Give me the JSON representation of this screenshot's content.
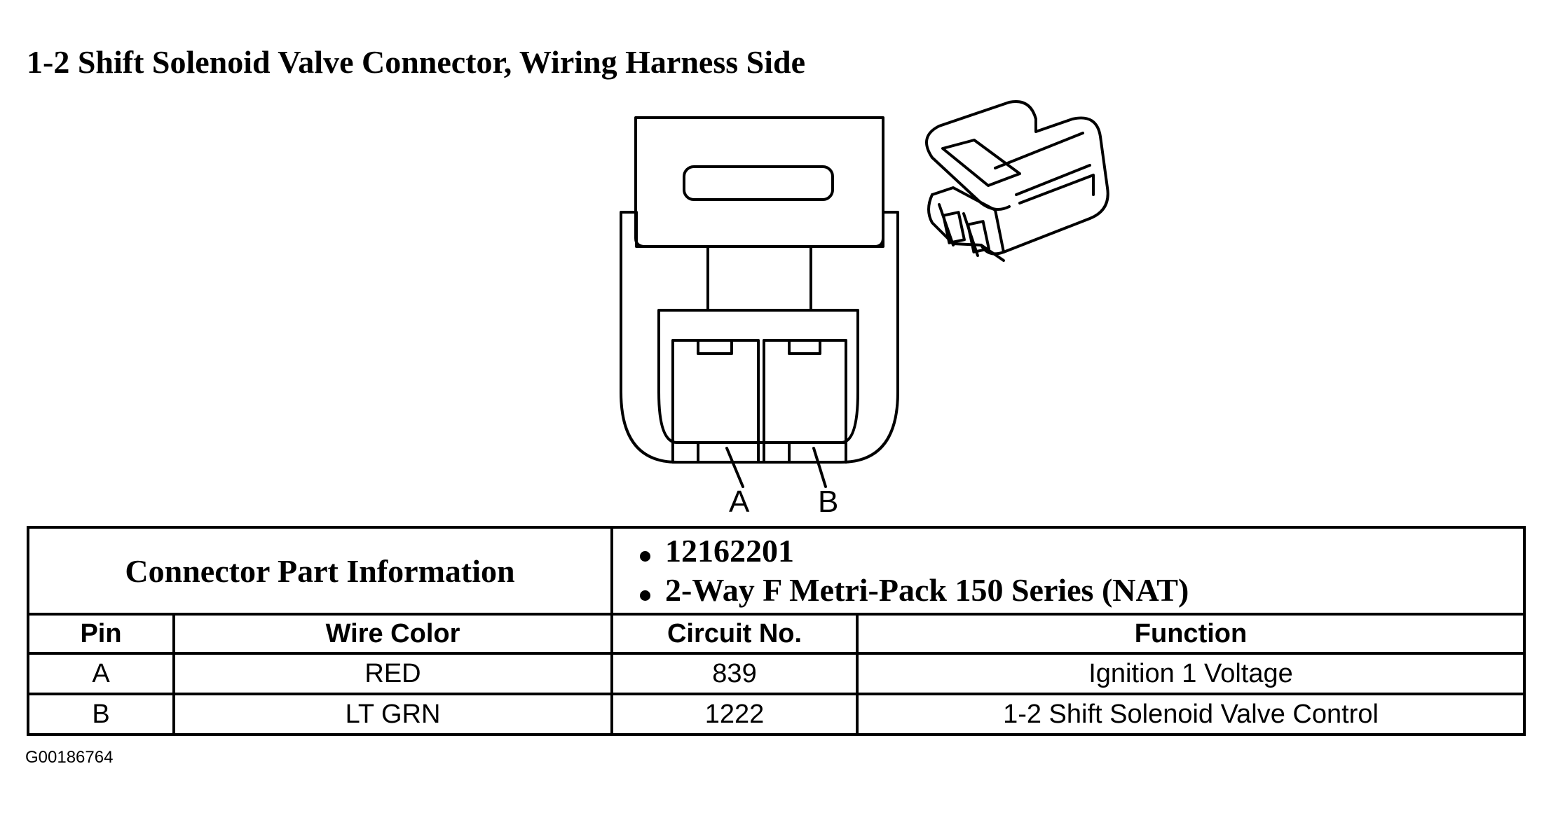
{
  "title": "1-2 Shift Solenoid Valve Connector, Wiring Harness Side",
  "pin_labels": [
    "A",
    "B"
  ],
  "connector_info": {
    "label": "Connector Part Information",
    "items": [
      "12162201",
      "2-Way F Metri-Pack 150 Series (NAT)"
    ]
  },
  "table": {
    "headers": [
      "Pin",
      "Wire Color",
      "Circuit No.",
      "Function"
    ],
    "rows": [
      [
        "A",
        "RED",
        "839",
        "Ignition 1 Voltage"
      ],
      [
        "B",
        "LT GRN",
        "1222",
        "1-2 Shift Solenoid Valve Control"
      ]
    ]
  },
  "figure_code": "G00186764"
}
